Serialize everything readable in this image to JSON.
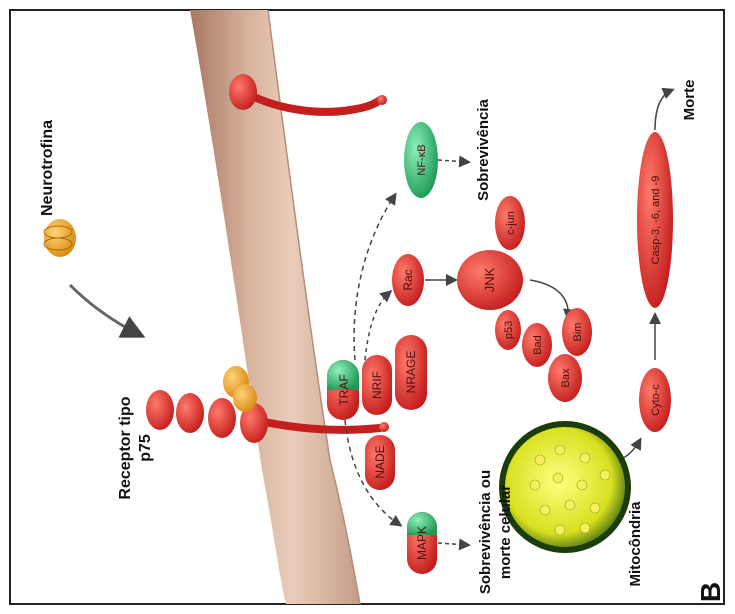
{
  "labels": {
    "neurotrofina": "Neurotrofina",
    "receptor_line1": "Receptor tipo",
    "receptor_line2": "p75",
    "sobrevivencia_nfkb": "Sobrevivência",
    "sobrevivencia_mapk_line1": "Sobrevivência ou",
    "sobrevivencia_mapk_line2": "morte celular",
    "mitocondria": "Mitocôndria",
    "morte": "Morte",
    "panel_letter": "B"
  },
  "molecules": {
    "traf": "TRAF",
    "nrif": "NRIF",
    "nrage": "NRAGE",
    "nade": "NADE",
    "mapk": "MAPK",
    "nfkb": "NF-κB",
    "rac": "Rac",
    "jnk": "JNK",
    "cjun": "c-jun",
    "p53": "p53",
    "bad": "Bad",
    "bim": "Bim",
    "bax": "Bax",
    "cytc": "Cyto-c",
    "casp": "Casp-3, -6, and -9"
  },
  "colors": {
    "red": "#d42a2a",
    "green": "#33b36a",
    "membrane": "#c9a58e",
    "neurotrophin": "#f0a020"
  }
}
